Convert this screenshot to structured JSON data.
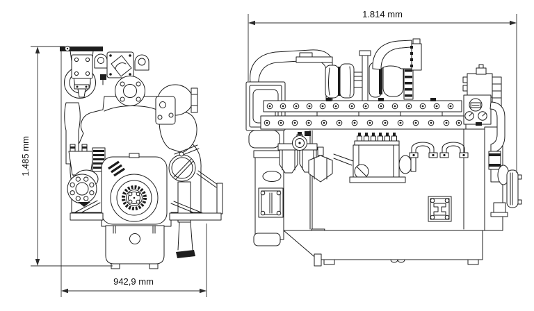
{
  "figure": {
    "type": "technical-line-drawing",
    "subject": "engine outline drawing, two elevation views",
    "views": [
      "front elevation",
      "side elevation"
    ]
  },
  "ink": "#1d1d1d",
  "background": "#ffffff",
  "dimensions": {
    "unit": "mm",
    "overall_length": {
      "label": "1.814 mm",
      "value": "1.814"
    },
    "overall_height": {
      "label": "1.485 mm",
      "value": "1.485"
    },
    "overall_width": {
      "label": "942,9 mm",
      "value": "942,9"
    }
  }
}
